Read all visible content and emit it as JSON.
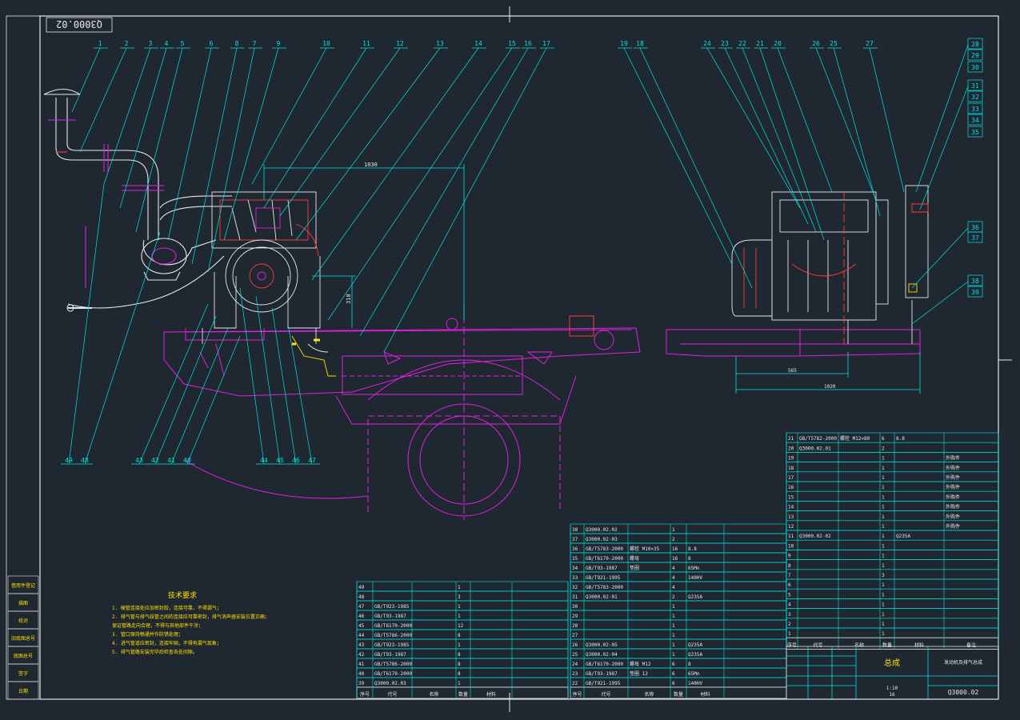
{
  "drawing_number_top": "Q3000.02",
  "drawing_number_title": "Q3000.02",
  "title_block": {
    "name": "总成",
    "description": "发动机及排气总成",
    "scale": "1:10",
    "sheets": "16"
  },
  "leader_numbers_top": [
    "1",
    "2",
    "3",
    "4",
    "5",
    "6",
    "8",
    "7",
    "9",
    "10",
    "11",
    "12",
    "13",
    "14",
    "15",
    "16",
    "17",
    "19",
    "18",
    "24",
    "23",
    "22",
    "21",
    "20",
    "26",
    "25",
    "27"
  ],
  "leader_numbers_right": [
    "28",
    "29",
    "30",
    "31",
    "32",
    "33",
    "34",
    "35",
    "36",
    "37",
    "38",
    "39"
  ],
  "leader_numbers_bottom": [
    "49",
    "48",
    "43",
    "42",
    "41",
    "40",
    "44",
    "45",
    "46",
    "47"
  ],
  "dimensions": {
    "top": "1030",
    "side": "310",
    "bottom_a": "565",
    "bottom_b": "1020"
  },
  "tech_requirements": {
    "title": "技术要求",
    "items": [
      "1. 硬管连接处应加密封胶，连接可靠，不得漏气；",
      "2. 排气管与排气歧管之间的连接应可靠密封，排气消声器安装位置正确；",
      "   保证管路走向合理，不得与其他部件干涉；",
      "3. 管口保持畅通并作防锈处理；",
      "4. 进气管道应密封，连接牢固，不得有漏气现象；",
      "5. 排气管路安装完毕后检查各处间隙。"
    ]
  },
  "left_stamp": [
    "借用件登记",
    "描图",
    "校对",
    "旧底图总号",
    "底图总号",
    "签字",
    "日期"
  ],
  "bom_right": [
    [
      "21",
      "GB/T5782-2000",
      "螺栓 M12×80",
      "6",
      "8.8",
      ""
    ],
    [
      "20",
      "Q3000.02.01",
      "",
      "2",
      "",
      ""
    ],
    [
      "19",
      "",
      "",
      "1",
      "",
      "外购件"
    ],
    [
      "18",
      "",
      "",
      "1",
      "",
      "外购件"
    ],
    [
      "17",
      "",
      "",
      "1",
      "",
      "外购件"
    ],
    [
      "16",
      "",
      "",
      "1",
      "",
      "外购件"
    ],
    [
      "15",
      "",
      "",
      "1",
      "",
      "外购件"
    ],
    [
      "14",
      "",
      "",
      "1",
      "",
      "外购件"
    ],
    [
      "13",
      "",
      "",
      "1",
      "",
      "外购件"
    ],
    [
      "12",
      "",
      "",
      "1",
      "",
      "外购件"
    ],
    [
      "11",
      "Q3000.02-02",
      "",
      "1",
      "Q235A",
      ""
    ],
    [
      "10",
      "",
      "",
      "1",
      "",
      ""
    ],
    [
      "9",
      "",
      "",
      "1",
      "",
      ""
    ],
    [
      "8",
      "",
      "",
      "1",
      "",
      ""
    ],
    [
      "7",
      "",
      "",
      "3",
      "",
      ""
    ],
    [
      "6",
      "",
      "",
      "1",
      "",
      ""
    ],
    [
      "5",
      "",
      "",
      "1",
      "",
      ""
    ],
    [
      "4",
      "",
      "",
      "1",
      "",
      ""
    ],
    [
      "3",
      "",
      "",
      "1",
      "",
      ""
    ],
    [
      "2",
      "",
      "",
      "1",
      "",
      ""
    ],
    [
      "1",
      "",
      "",
      "1",
      "",
      ""
    ]
  ],
  "bom_right_header": [
    "序号",
    "代号",
    "名称",
    "数量",
    "材料",
    "备注"
  ],
  "bom_mid": [
    [
      "38",
      "Q3000.02.02",
      "",
      "1",
      ""
    ],
    [
      "37",
      "Q3000.02-03",
      "",
      "2",
      ""
    ],
    [
      "36",
      "GB/T5783-2000",
      "螺栓 M10×35",
      "16",
      "8.8"
    ],
    [
      "35",
      "GB/T6170-2000",
      "螺母",
      "16",
      "8"
    ],
    [
      "34",
      "GB/T93-1987",
      "垫圈",
      "4",
      "65Mn"
    ],
    [
      "33",
      "GB/T921-1995",
      "",
      "4",
      "140HV"
    ],
    [
      "32",
      "GB/T5783-2000",
      "",
      "4",
      ""
    ],
    [
      "31",
      "Q3000.02-01",
      "",
      "2",
      "Q235A"
    ],
    [
      "30",
      "",
      "",
      "1",
      ""
    ],
    [
      "29",
      "",
      "",
      "1",
      ""
    ],
    [
      "28",
      "",
      "",
      "1",
      ""
    ],
    [
      "27",
      "",
      "",
      "1",
      ""
    ],
    [
      "26",
      "Q3000.02-05",
      "",
      "1",
      "Q235A"
    ],
    [
      "25",
      "Q3000.02-04",
      "",
      "1",
      "Q235A"
    ],
    [
      "24",
      "GB/T6170-2000",
      "螺母 M12",
      "6",
      "8"
    ],
    [
      "23",
      "GB/T93-1987",
      "垫圈 12",
      "6",
      "65Mn"
    ],
    [
      "22",
      "GB/T921-1995",
      "",
      "6",
      "140HV"
    ]
  ],
  "bom_mid_header": [
    "序号",
    "代号",
    "名称",
    "数量",
    "材料"
  ],
  "bom_left": [
    [
      "49",
      "",
      "",
      "1",
      ""
    ],
    [
      "48",
      "",
      "",
      "3",
      ""
    ],
    [
      "47",
      "GB/T923-1985",
      "",
      "1",
      ""
    ],
    [
      "46",
      "GB/T93-1987",
      "",
      "1",
      ""
    ],
    [
      "45",
      "GB/T6170-2000",
      "",
      "12",
      ""
    ],
    [
      "44",
      "GB/T5786-2000",
      "",
      "8",
      ""
    ],
    [
      "43",
      "GB/T923-1985",
      "",
      "1",
      ""
    ],
    [
      "42",
      "GB/T93-1987",
      "",
      "8",
      ""
    ],
    [
      "41",
      "GB/T5786-2000",
      "",
      "8",
      ""
    ],
    [
      "40",
      "GB/T6170-2000",
      "",
      "8",
      ""
    ],
    [
      "39",
      "Q3000.02.03",
      "",
      "1",
      ""
    ]
  ],
  "bom_left_header": [
    "序号",
    "代号",
    "名称",
    "数量",
    "材料"
  ],
  "colors": {
    "background": "#1f2730",
    "border": "#e8e8e8",
    "cyan": "#00e5e5",
    "white": "#f2f2f2",
    "magenta": "#e020e0",
    "red": "#ff3b3b",
    "green": "#3cff3c",
    "yellow": "#ffe000"
  }
}
